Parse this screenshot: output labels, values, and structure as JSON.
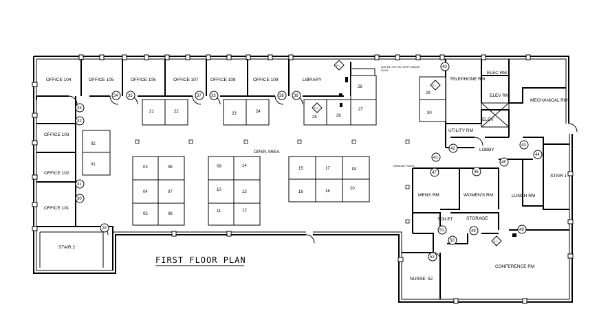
{
  "plan_title": "FIRST FLOOR PLAN",
  "rooms": {
    "office_104": "OFFICE 104",
    "office_105": "OFFICE 105",
    "office_106": "OFFICE 106",
    "office_107": "OFFICE 107",
    "office_108": "OFFICE 108",
    "office_109": "OFFICE 109",
    "library": "LIBRARY",
    "telephone": "TELEPHONE RM",
    "elec": "ELEC RM",
    "elev_rm": "ELEV RM",
    "mechanical": "MECHANICAL RM",
    "elev": "ELEV",
    "utility": "UTILITY RM",
    "lobby": "LOBBY",
    "office_103": "OFFICE 103",
    "office_102": "OFFICE 102",
    "office_101": "OFFICE 101",
    "open_area": "OPEN AREA",
    "stair_1": "STAIR 1",
    "stair_2": "STAIR 2",
    "mens": "MENS RM",
    "womens": "WOMEN'S RM",
    "lunch": "LUNCH RM",
    "toilet": "TOILET",
    "storage": "STORAGE",
    "conference": "CONFERENCE RM",
    "nurse": "NURSE"
  },
  "nurse_number": "52",
  "cubicles": {
    "c01": "01",
    "c02": "02",
    "c03": "03",
    "c04": "04",
    "c05": "05",
    "c06": "06",
    "c07": "07",
    "c08": "08",
    "c09": "09",
    "c10": "10",
    "c11": "11",
    "c12": "12",
    "c13": "13",
    "c14": "14",
    "c15": "15",
    "c16": "16",
    "c17": "17",
    "c18": "18",
    "c19": "19",
    "c20": "20",
    "c21": "21",
    "c22": "22",
    "c23": "23",
    "c24": "24",
    "c25": "25",
    "c26": "26",
    "c27": "27",
    "c28": "28",
    "c29": "29",
    "c30": "30"
  },
  "door_tags": {
    "d29": "29",
    "d30": "30",
    "d31": "31",
    "d32": "32",
    "d33": "33",
    "d34": "34",
    "d35": "35",
    "d37": "37",
    "d33b": "33",
    "d38": "38",
    "d39": "39",
    "d40": "40",
    "d41": "41",
    "d42": "42",
    "d43": "43",
    "d44": "44",
    "d45": "45",
    "d46": "46",
    "d47": "47",
    "d48": "48",
    "d49": "49",
    "d50": "50",
    "d51": "51",
    "d53": "53"
  },
  "equipment_tags": {
    "p1": "P-1",
    "p2": "P-1",
    "p3": "P-1",
    "p4": "P-1"
  },
  "notes": {
    "top_note_line1": "ADD 3/8\" GYP. BD. SOFFIT ABOVE",
    "top_note_line2": "DOOR",
    "restroom_note": "DRINKING FOUNT."
  }
}
